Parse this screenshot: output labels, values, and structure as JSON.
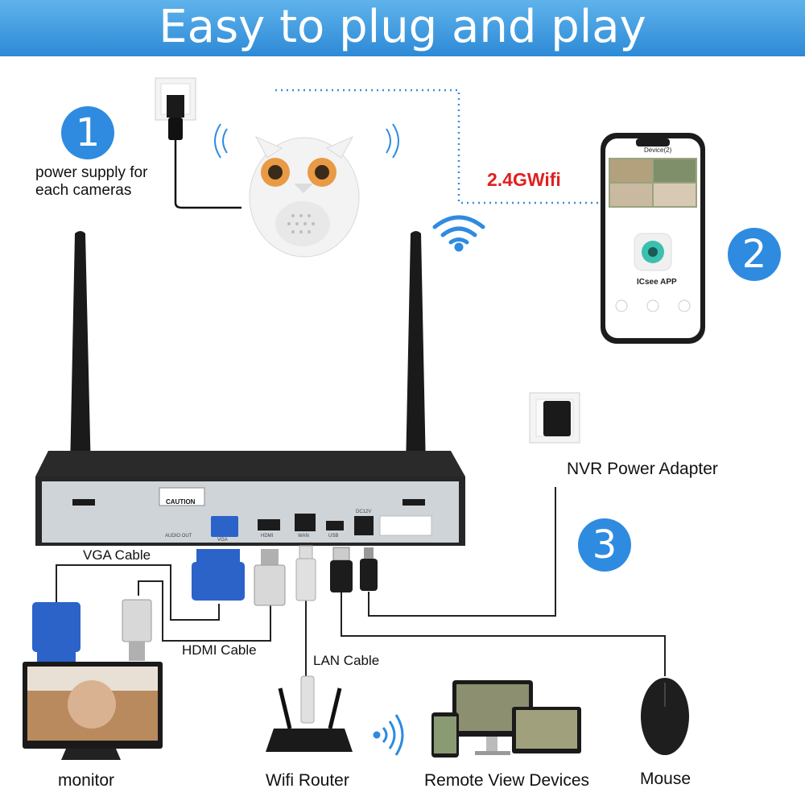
{
  "header": {
    "title": "Easy to plug and play"
  },
  "steps": {
    "one": "1",
    "two": "2",
    "three": "3"
  },
  "power_supply": {
    "line1": "power supply for",
    "line2": "each cameras"
  },
  "wifi": {
    "label": "2.4GWifi"
  },
  "phone": {
    "screen_title": "Device(2)",
    "app_label": "ICsee APP"
  },
  "nvr": {
    "caution": "CAUTION",
    "ports": [
      "AUDIO OUT",
      "VGA",
      "HDMI",
      "WAN",
      "USB",
      "DC12V"
    ]
  },
  "labels": {
    "nvr_power_adapter": "NVR Power Adapter",
    "vga_cable": "VGA Cable",
    "hdmi_cable": "HDMI Cable",
    "lan_cable": "LAN Cable"
  },
  "devices": {
    "monitor": "monitor",
    "wifi_router": "Wifi Router",
    "remote_view": "Remote View Devices",
    "mouse": "Mouse"
  },
  "colors": {
    "banner": "#2d8ad6",
    "step_circle": "#2e8be0",
    "wifi_text": "#e02020",
    "dotted_line": "#3a8fd9"
  }
}
